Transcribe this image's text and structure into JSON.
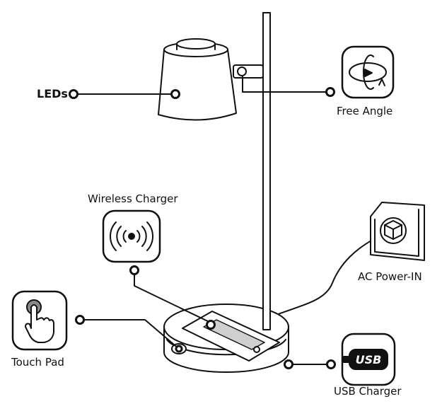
{
  "labels": {
    "leds": "LEDs",
    "free_angle": "Free Angle",
    "wireless_charger": "Wireless Charger",
    "ac_power_in": "AC Power-IN",
    "touch_pad": "Touch Pad",
    "usb_charger": "USB Charger",
    "usb_logo": "USB"
  },
  "colors": {
    "ink": "#111111",
    "phone_screen": "#cfcfcf",
    "touch_finger": "#8a8a8a"
  },
  "icons": [
    "rotate-arrow-icon",
    "wireless-waves-icon",
    "touch-finger-icon",
    "usb-icon",
    "wall-socket-icon"
  ]
}
